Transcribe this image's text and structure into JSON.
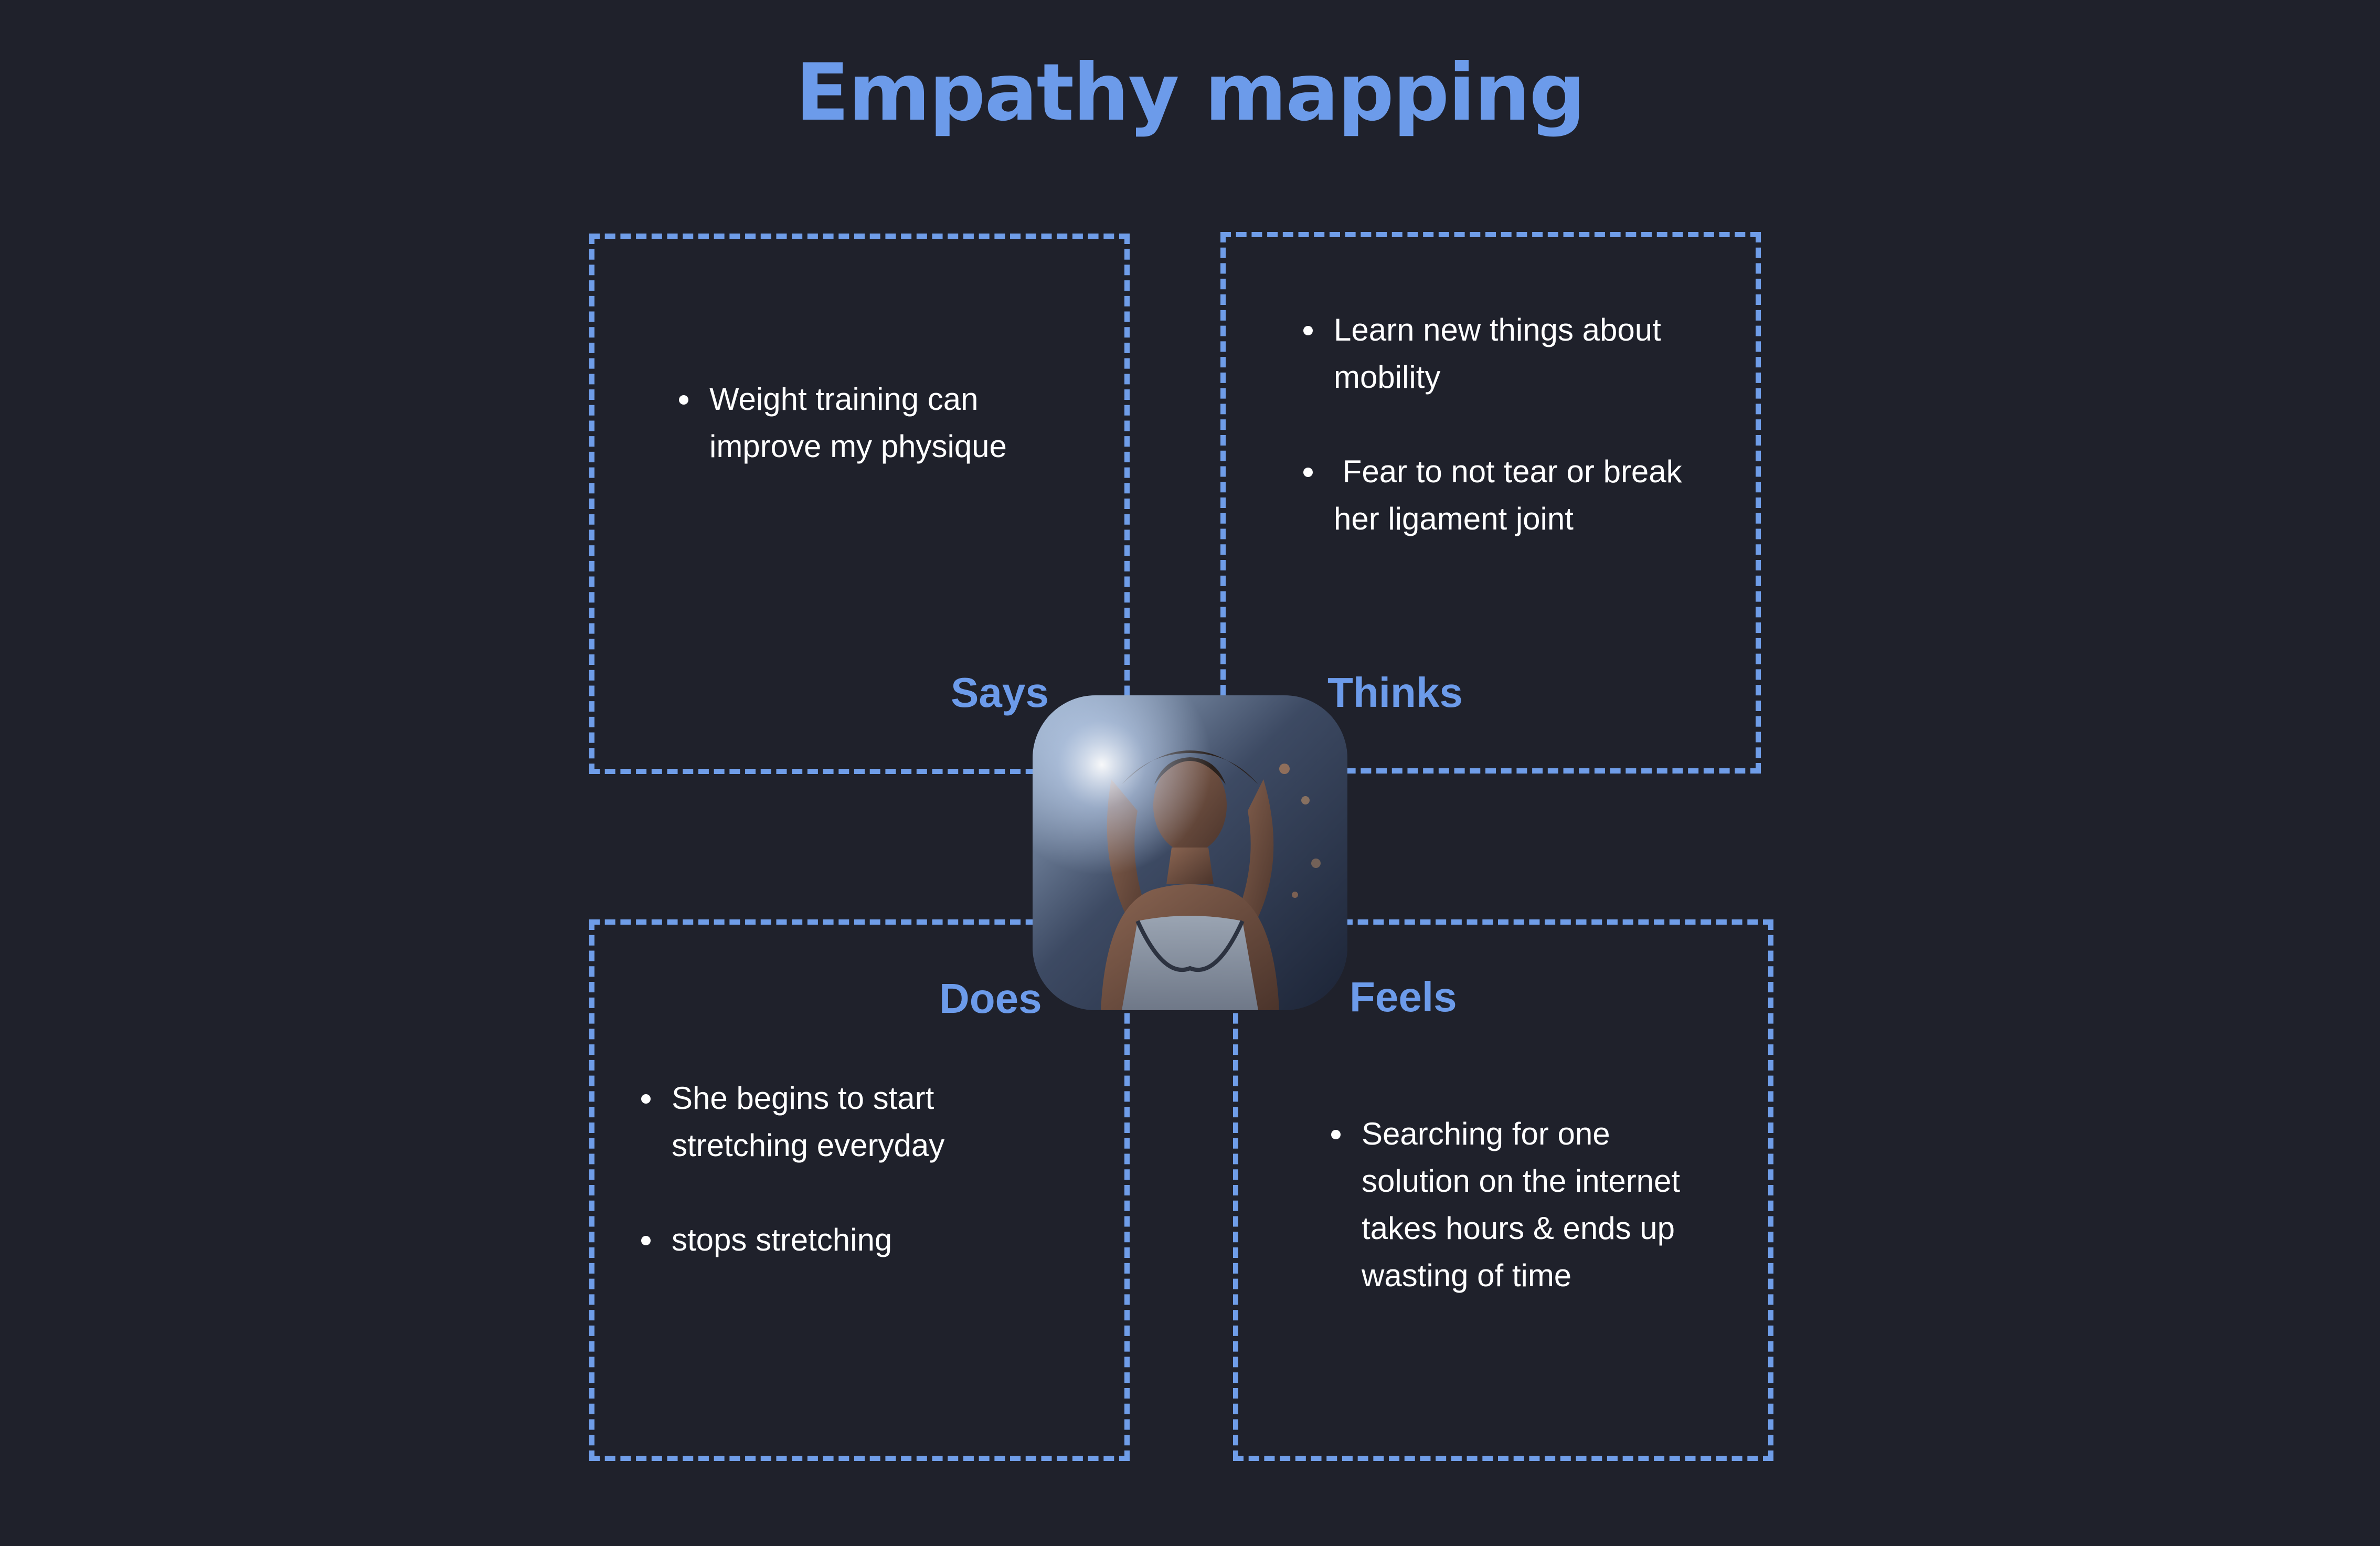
{
  "title": "Empathy mapping",
  "accent_color": "#6c9bea",
  "background_color": "#1f212b",
  "quadrants": {
    "says": {
      "label": "Says",
      "items": [
        "Weight training can improve my physique"
      ]
    },
    "thinks": {
      "label": "Thinks",
      "items": [
        "Learn new things about mobility",
        " Fear to not tear or break her ligament joint"
      ]
    },
    "does": {
      "label": "Does",
      "items": [
        "She begins to start stretching everyday",
        "stops stretching"
      ]
    },
    "feels": {
      "label": "Feels",
      "items": [
        "Searching for one solution on the internet takes hours & ends up wasting of time"
      ]
    }
  },
  "persona_photo": {
    "icon": "athlete-portrait"
  }
}
